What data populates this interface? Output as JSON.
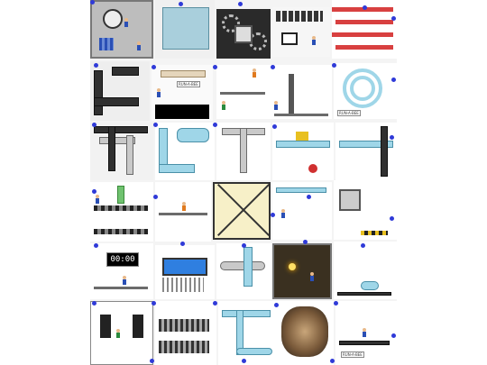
{
  "scene": {
    "timer_text": "00:00",
    "tags": [
      "RUN-A-BEE",
      "RUN-A-BEE",
      "RUN-A-BEE"
    ],
    "colors": {
      "pipe_blue": "#9fd6e8",
      "pipe_gray": "#c9c9c9",
      "marker": "#2f3ad8",
      "water": "#2f7fe0",
      "girder": "#d84040"
    }
  }
}
